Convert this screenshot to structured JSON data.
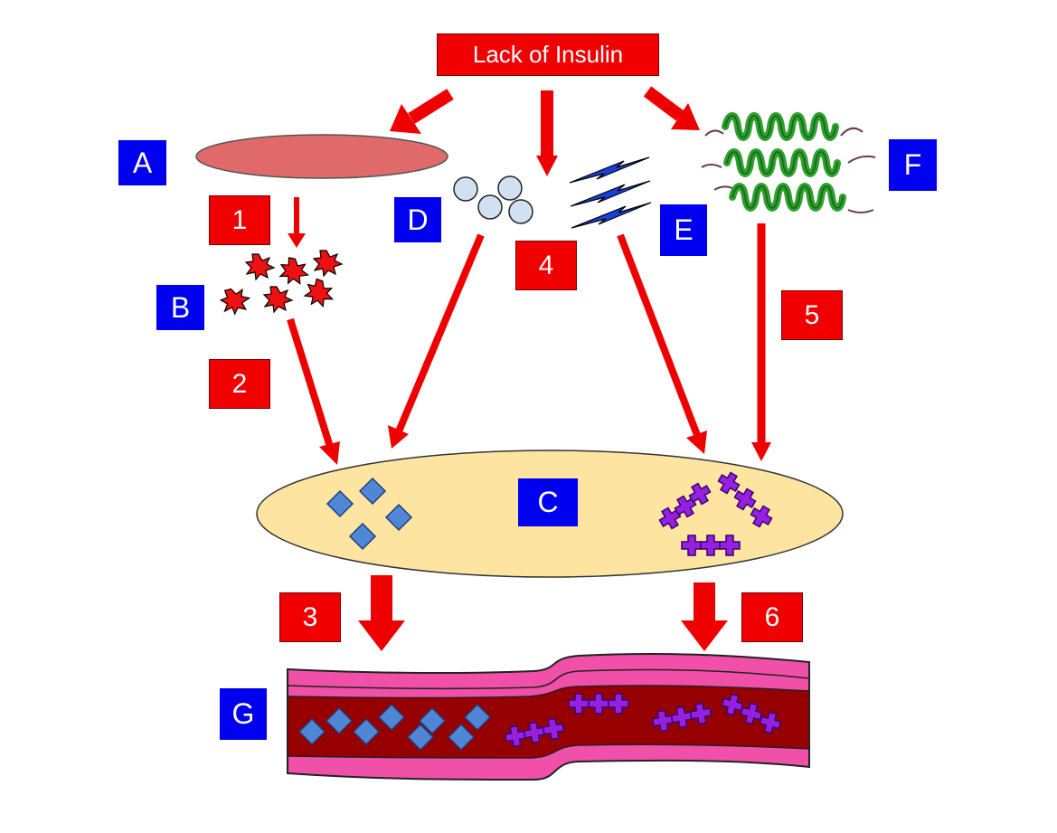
{
  "diagram": {
    "title": "Lack of Insulin",
    "letter_labels": [
      "A",
      "B",
      "C",
      "D",
      "E",
      "F",
      "G"
    ],
    "step_labels": [
      "1",
      "2",
      "3",
      "4",
      "5",
      "6"
    ]
  },
  "colors": {
    "arrow": "#ee0000",
    "label_box_red": "#f00000",
    "label_box_blue": "#0000f0",
    "fat_cell": "#e06a6a",
    "liver": "#fde4a0",
    "vessel_wall": "#f050a8",
    "vessel_lumen": "#960000",
    "diamond": "#4f86d6",
    "cross": "#9520e0",
    "spark": "#ee1111",
    "glycogen_granule": "#d2e1f1",
    "protein_helix": "#2fa02f"
  }
}
